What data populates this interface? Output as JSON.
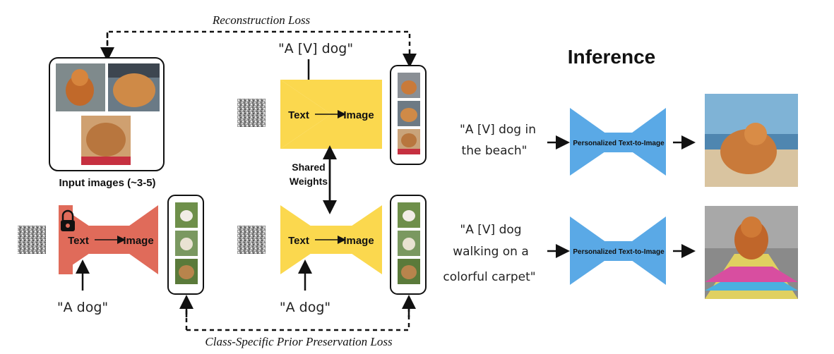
{
  "labels": {
    "reconstruction_loss": "Reconstruction Loss",
    "prior_preservation_loss": "Class-Specific Prior Preservation Loss",
    "input_images": "Input images (~3-5)",
    "shared_weights_line1": "Shared",
    "shared_weights_line2": "Weights",
    "inference": "Inference"
  },
  "prompts": {
    "top": "\"A [V] dog\"",
    "bottom_left": "\"A dog\"",
    "bottom_middle": "\"A dog\"",
    "inference_1_line1": "\"A [V] dog in",
    "inference_1_line2": "the beach\"",
    "inference_2_line1": "\"A [V] dog",
    "inference_2_line2": "walking on a",
    "inference_2_line3": "colorful carpet\""
  },
  "model": {
    "text": "Text",
    "image": "Image",
    "personalized": "Personalized Text-to-Image"
  },
  "colors": {
    "frozen_model": "#e06b5a",
    "finetuned_model": "#fbd84e",
    "inference_model": "#5aa9e6",
    "text": "#111111"
  },
  "icons": {
    "lock": "lock-icon"
  }
}
